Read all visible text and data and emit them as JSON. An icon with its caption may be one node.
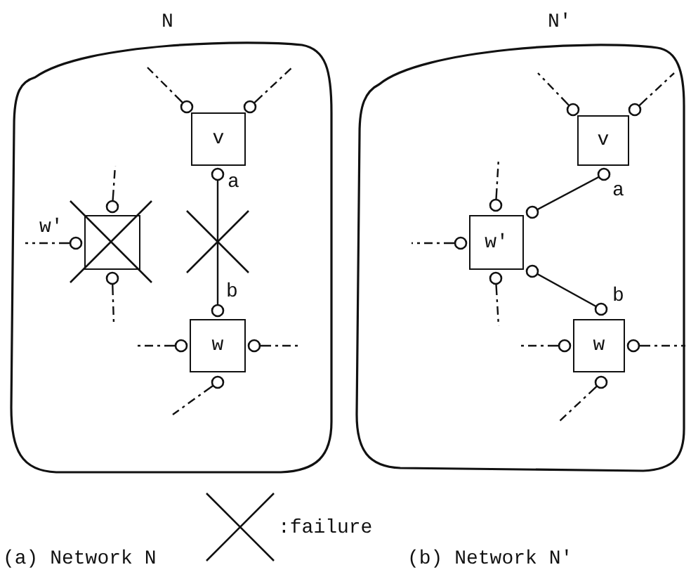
{
  "diagram": {
    "nodes": [
      {
        "text": [
          "N"
        ]
      },
      {
        "text": [
          "v"
        ],
        "in": 0
      },
      {
        "text": [
          "w'"
        ],
        "in": 0
      },
      {
        "text": [
          "w"
        ],
        "in": 0
      },
      {
        "text": [
          "N'"
        ]
      },
      {
        "text": [
          "v"
        ],
        "in": 4
      },
      {
        "text": [
          "w'"
        ],
        "in": 4
      },
      {
        "text": [
          "w"
        ],
        "in": 4
      }
    ],
    "edges": [
      {
        "from": 1,
        "to": 3,
        "arrow": "other"
      },
      {
        "from": 1,
        "to": null,
        "arrow": "other",
        "style": "dashed"
      },
      {
        "from": 1,
        "to": null,
        "arrow": "other",
        "style": "dashed"
      },
      {
        "from": 2,
        "to": null,
        "arrow": "other",
        "style": "dashed"
      },
      {
        "from": 2,
        "to": null,
        "arrow": "other",
        "style": "dashed"
      },
      {
        "from": 2,
        "to": null,
        "arrow": "other",
        "style": "dashed"
      },
      {
        "from": 3,
        "to": null,
        "arrow": "other",
        "style": "dashed"
      },
      {
        "from": 3,
        "to": null,
        "arrow": "other",
        "style": "dashed"
      },
      {
        "from": 3,
        "to": null,
        "arrow": "other",
        "style": "dashed"
      },
      {
        "from": 5,
        "to": 6,
        "arrow": "other"
      },
      {
        "from": 6,
        "to": 7,
        "arrow": "other"
      },
      {
        "from": 5,
        "to": null,
        "arrow": "other",
        "style": "dashed"
      },
      {
        "from": 5,
        "to": null,
        "arrow": "other",
        "style": "dashed"
      },
      {
        "from": 6,
        "to": null,
        "arrow": "other",
        "style": "dashed"
      },
      {
        "from": 6,
        "to": null,
        "arrow": "other",
        "style": "dashed"
      },
      {
        "from": 6,
        "to": null,
        "arrow": "other",
        "style": "dashed"
      },
      {
        "from": 7,
        "to": null,
        "arrow": "other",
        "style": "dashed"
      },
      {
        "from": 7,
        "to": null,
        "arrow": "other",
        "style": "dashed"
      },
      {
        "from": 7,
        "to": null,
        "arrow": "other",
        "style": "dashed"
      }
    ],
    "labels": [
      "a",
      "b",
      "a",
      "b",
      "(a) Network N",
      "(b) Network N'"
    ],
    "legend": [
      {
        "text": ":failure"
      }
    ]
  }
}
